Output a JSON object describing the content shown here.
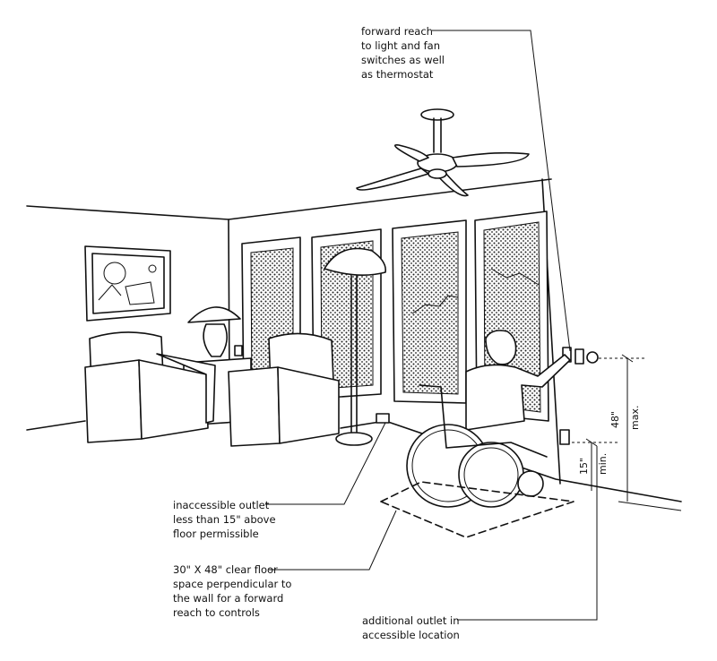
{
  "callouts": {
    "forward_reach": [
      "forward reach",
      "to light and fan",
      "switches as well",
      "as thermostat"
    ],
    "inaccessible_outlet": [
      "inaccessible outlet",
      "less than 15\" above",
      "floor permissible"
    ],
    "clear_floor": [
      "30\" X 48\" clear floor",
      "space perpendicular to",
      "the wall for a forward",
      "reach to controls"
    ],
    "additional_outlet": [
      "additional outlet in",
      "accessible location"
    ]
  },
  "dimensions": {
    "max_height": "48\"",
    "max_label": "max.",
    "min_height": "15\"",
    "min_label": "min."
  }
}
